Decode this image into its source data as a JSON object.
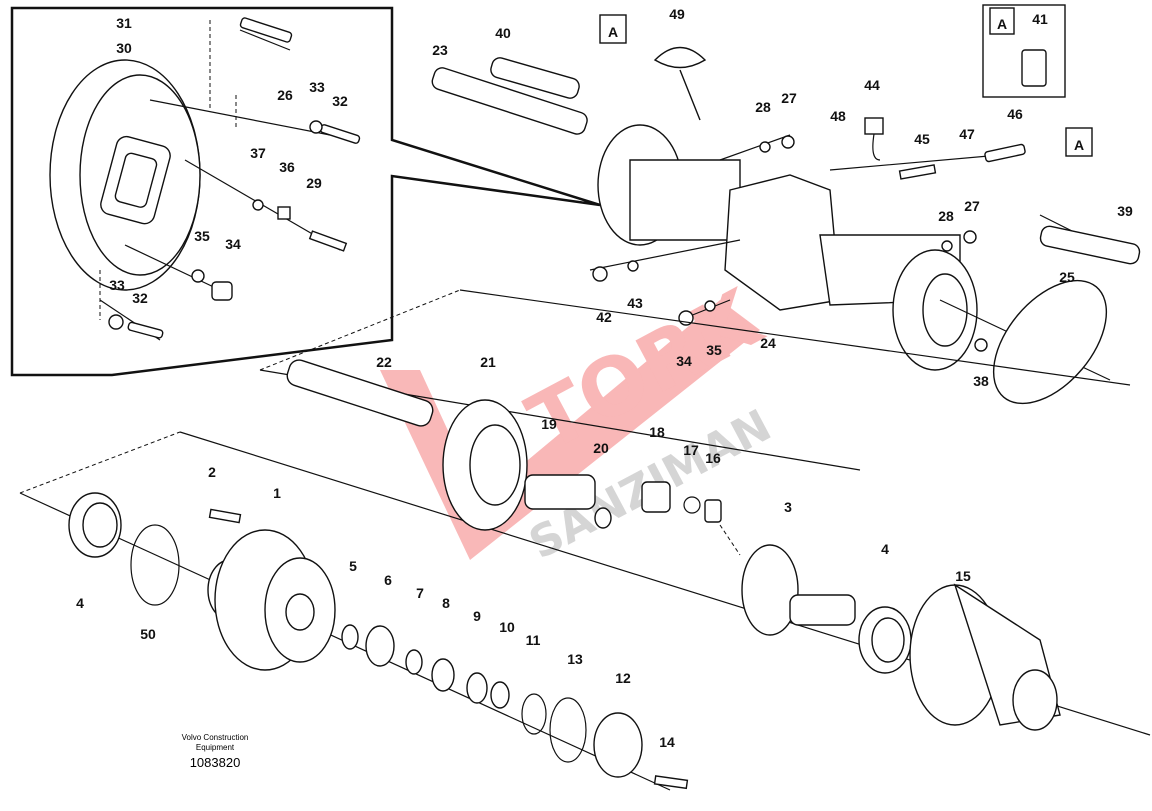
{
  "diagram": {
    "publisher": "Volvo Construction Equipment",
    "publisher_line1": "Volvo Construction",
    "publisher_line2": "Equipment",
    "drawing_number": "1083820",
    "detail_marker": "A",
    "detail_part": "41",
    "watermark": {
      "line1": "TORK",
      "line2": "SANZIMAN"
    },
    "callouts": {
      "inset": [
        "31",
        "30",
        "26",
        "33",
        "32",
        "37",
        "36",
        "29",
        "35",
        "34",
        "33",
        "32"
      ],
      "housing": [
        "40",
        "23",
        "49",
        "44",
        "28",
        "27",
        "48",
        "45",
        "47",
        "46",
        "39",
        "28",
        "27",
        "25",
        "42",
        "43",
        "34",
        "35",
        "24",
        "38"
      ],
      "planetary": [
        "22",
        "21",
        "19",
        "20",
        "18",
        "17",
        "16",
        "3"
      ],
      "hub": [
        "2",
        "1",
        "4",
        "50",
        "5",
        "6",
        "7",
        "8",
        "9",
        "10",
        "11",
        "13",
        "12",
        "14",
        "4",
        "15"
      ]
    }
  }
}
